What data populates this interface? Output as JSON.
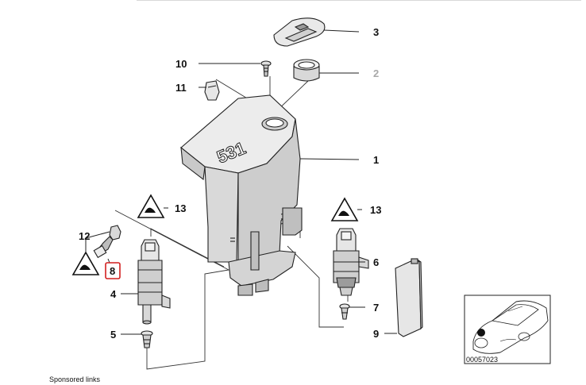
{
  "callouts": {
    "c1": "1",
    "c2": "2",
    "c3": "3",
    "c4": "4",
    "c5": "5",
    "c6": "6",
    "c7": "7",
    "c8": "8",
    "c9": "9",
    "c10": "10",
    "c11": "11",
    "c12": "12",
    "c13a": "13",
    "c13b": "13"
  },
  "reservoir_marking": "531",
  "highlight_color": "#d21f1f",
  "footer": {
    "sponsored": "Sponsored links"
  },
  "thumbnail": {
    "ref_number": "00057023"
  }
}
